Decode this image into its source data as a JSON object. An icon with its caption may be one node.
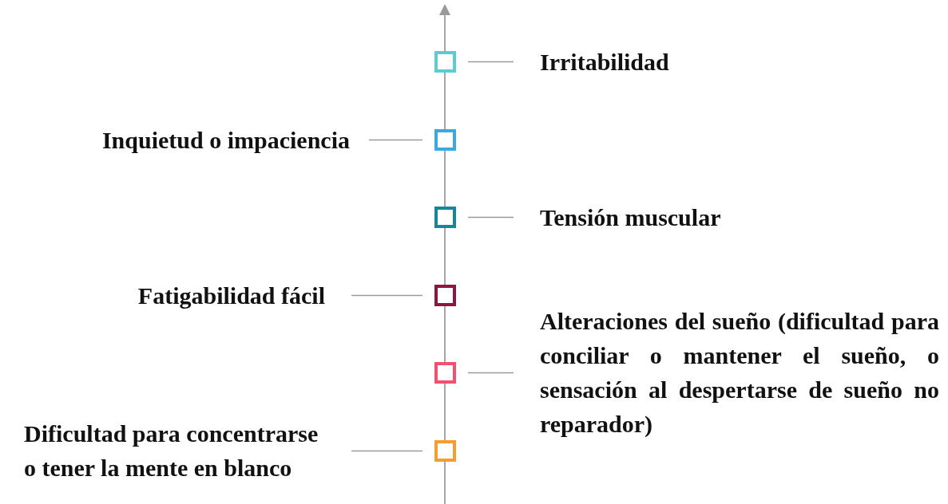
{
  "diagram": {
    "nodes": [
      {
        "text": [],
        "shape": "box"
      },
      {
        "text": [
          "Irritabilidad"
        ]
      },
      {
        "text": [
          "Inquietud o impaciencia"
        ]
      },
      {
        "text": [],
        "shape": "box"
      },
      {
        "text": [],
        "shape": "box"
      },
      {
        "text": [
          "Tensión muscular"
        ]
      },
      {
        "text": [
          "Fatigabilidad fácil"
        ]
      },
      {
        "text": [],
        "shape": "box"
      },
      {
        "text": [
          "Alteraciones del sueño (dificultad para conciliar o mantener el sueño, o sensación al despertarse de sueño no reparador)"
        ]
      },
      {
        "text": [],
        "shape": "box"
      },
      {
        "text": [
          "Dificultad para concentrarse o tener la mente en blanco"
        ]
      },
      {
        "text": [],
        "shape": "box"
      }
    ],
    "edges": [
      {
        "from": 1,
        "to": 0,
        "arrow": "none"
      },
      {
        "from": 2,
        "to": 3,
        "arrow": "none"
      },
      {
        "from": 5,
        "to": 4,
        "arrow": "none"
      },
      {
        "from": 6,
        "to": 7,
        "arrow": "none"
      },
      {
        "from": 8,
        "to": 9,
        "arrow": "none"
      },
      {
        "from": 10,
        "to": 11,
        "arrow": "none"
      }
    ]
  }
}
